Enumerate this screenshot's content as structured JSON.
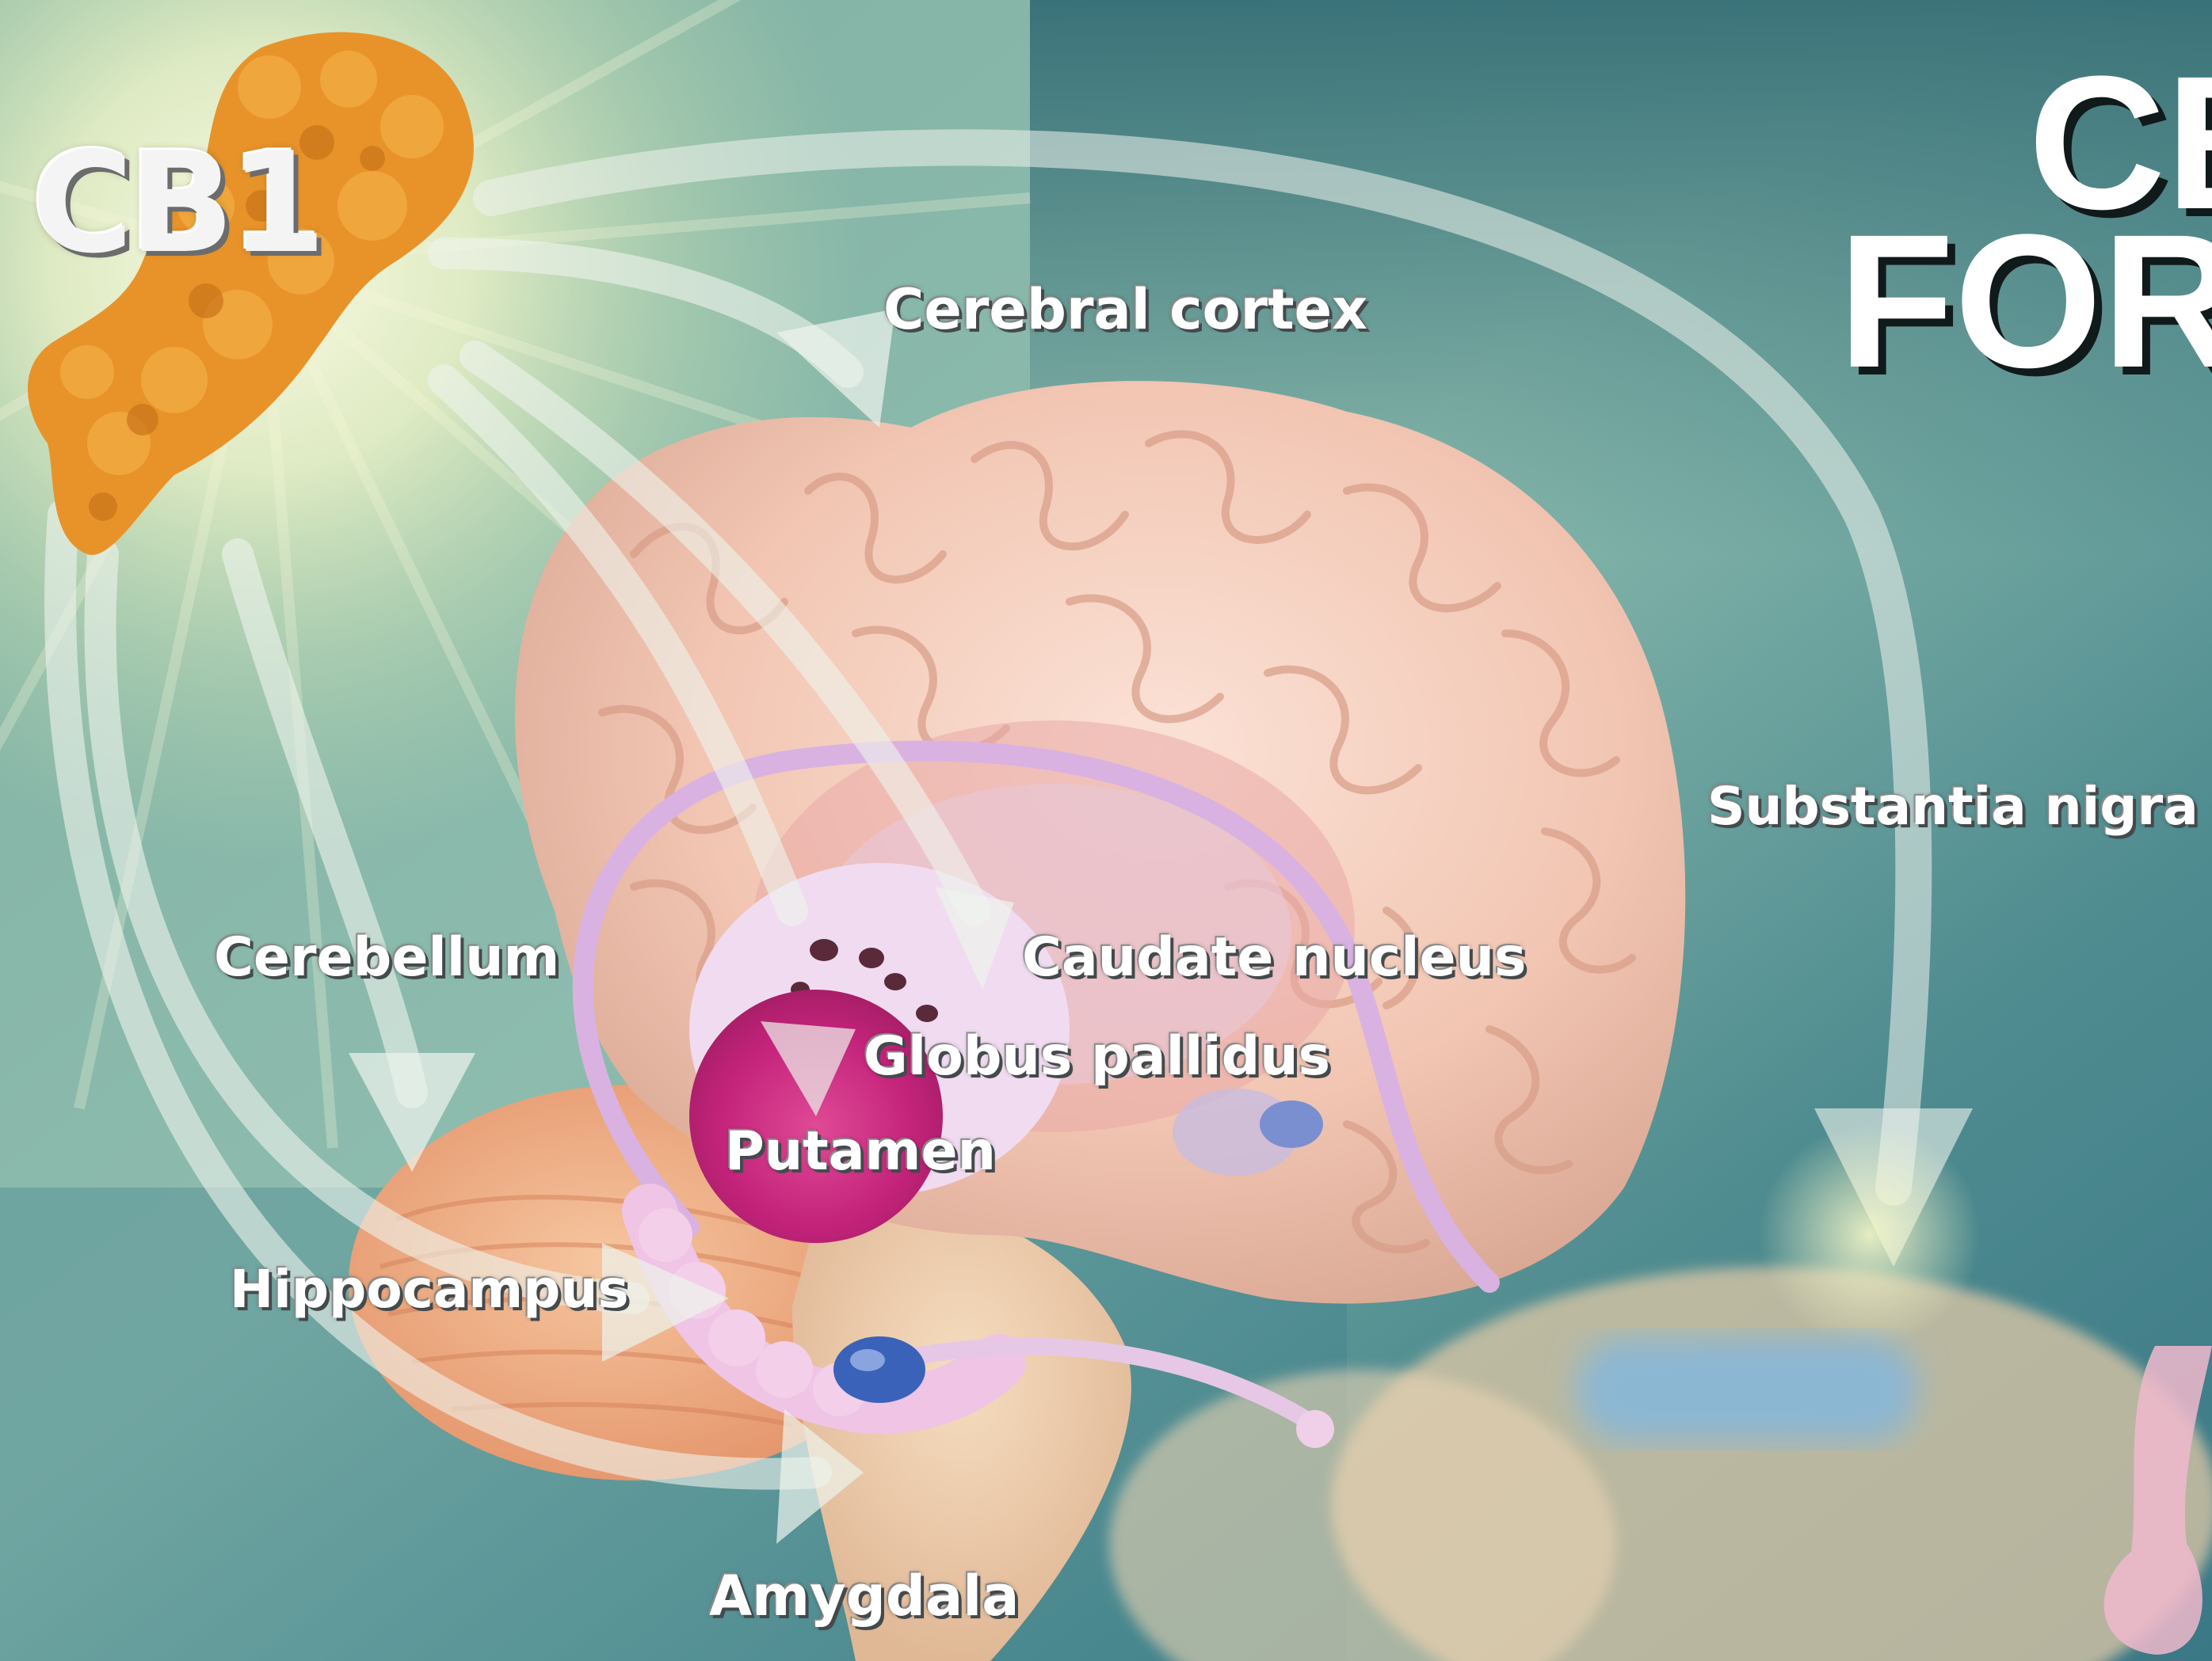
{
  "title_lines": [
    "CB",
    "FOR"
  ],
  "receptor_label": "CB1",
  "labels": {
    "cerebral_cortex": "Cerebral cortex",
    "substantia_nigra": "Substantia nigra",
    "cerebellum": "Cerebellum",
    "caudate_nucleus": "Caudate nucleus",
    "globus_pallidus": "Globus pallidus",
    "putamen": "Putamen",
    "hippocampus": "Hippocampus",
    "amygdala": "Amygdala"
  },
  "colors": {
    "background_dark": "#2e6a72",
    "background_light": "#9fc3b4",
    "glow": "#f3f6c8",
    "receptor": "#e8932a",
    "brain": "#f2c7b6",
    "putamen": "#c8237a",
    "arrow": "#eef3ec",
    "amygdala": "#3a62b8",
    "pink_structure": "#efc4e4"
  }
}
